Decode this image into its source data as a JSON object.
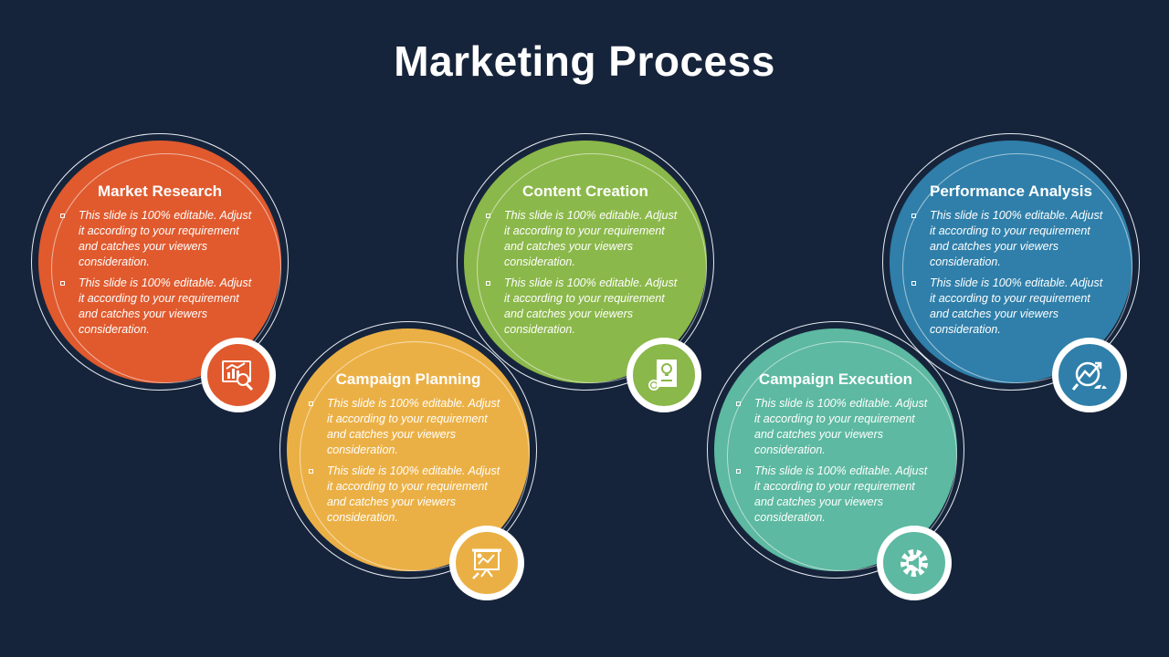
{
  "slide": {
    "title": "Marketing Process",
    "background": "#16243b"
  },
  "steps": [
    {
      "title": "Market Research",
      "color": "#e05a2e",
      "icon": "chart-magnifier-icon",
      "bullets": [
        "This slide is 100% editable. Adjust it according to your requirement and catches your viewers consideration.",
        "This slide is 100% editable. Adjust it according to your requirement and catches your viewers consideration."
      ]
    },
    {
      "title": "Campaign Planning",
      "color": "#ebb045",
      "icon": "presentation-board-icon",
      "bullets": [
        "This slide is 100% editable. Adjust it according to your requirement and catches your viewers consideration.",
        "This slide is 100% editable. Adjust it according to your requirement and catches your viewers consideration."
      ]
    },
    {
      "title": "Content Creation",
      "color": "#8bb84a",
      "icon": "document-bulb-gear-icon",
      "bullets": [
        "This slide is 100% editable. Adjust it according to your requirement and catches your viewers consideration.",
        "This slide is 100% editable. Adjust it according to your requirement and catches your viewers consideration."
      ]
    },
    {
      "title": "Campaign Execution",
      "color": "#5db9a1",
      "icon": "gear-megaphone-icon",
      "bullets": [
        "This slide is 100% editable. Adjust it according to your requirement and catches your viewers consideration.",
        "This slide is 100% editable. Adjust it according to your requirement and catches your viewers consideration."
      ]
    },
    {
      "title": "Performance Analysis",
      "color": "#2f7faa",
      "icon": "trend-gauge-icon",
      "bullets": [
        "This slide is 100% editable. Adjust it according to your requirement and catches your viewers consideration.",
        "This slide is 100% editable. Adjust it according to your requirement and catches your viewers consideration."
      ]
    }
  ]
}
